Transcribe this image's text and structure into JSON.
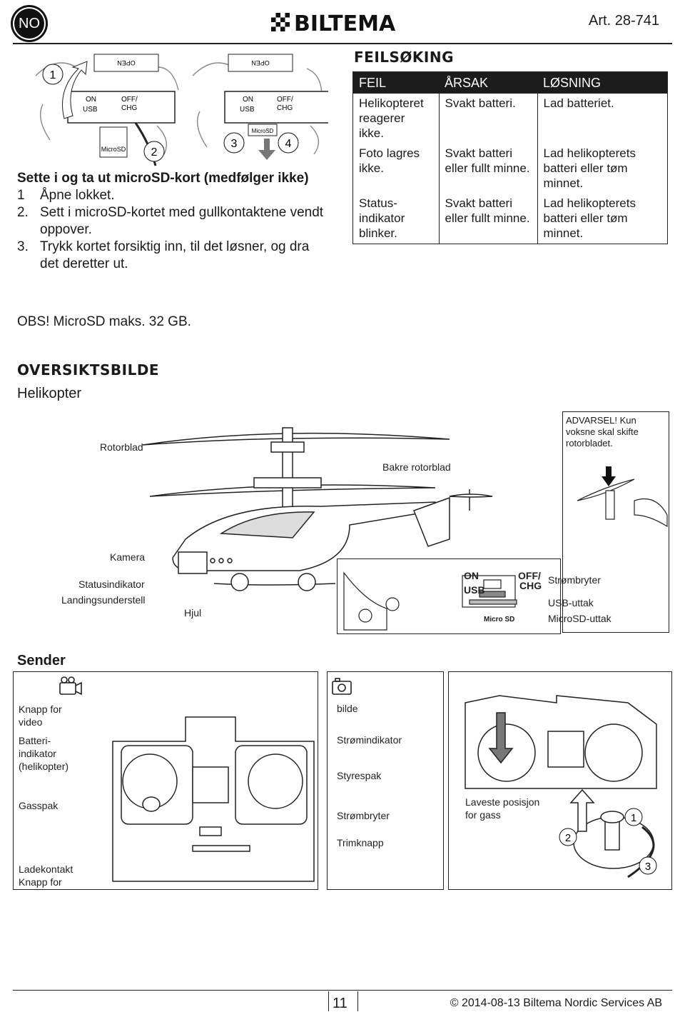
{
  "header": {
    "lang": "NO",
    "brand": "BILTEMA",
    "article": "Art. 28-741"
  },
  "microsd": {
    "open_label": "OPEN",
    "on_label": "ON",
    "usb_label": "USB",
    "off_label": "OFF/",
    "chg_label": "CHG",
    "card_label": "MicroSD",
    "step_numbers": [
      "1",
      "2",
      "3",
      "4"
    ],
    "heading": "Sette i og ta ut microSD-kort (medfølger ikke)",
    "steps": [
      {
        "num": "1",
        "text": "Åpne lokket."
      },
      {
        "num": "2.",
        "text": "Sett i microSD-kortet med gullkontaktene vendt oppover."
      },
      {
        "num": "3.",
        "text": "Trykk kortet forsiktig inn, til det løsner, og dra det deretter ut."
      }
    ],
    "note": "OBS! MicroSD maks. 32 GB."
  },
  "troubleshooting": {
    "title": "FEILSØKING",
    "columns": [
      "FEIL",
      "ÅRSAK",
      "LØSNING"
    ],
    "rows": [
      [
        "Helikopteret reagerer ikke.",
        "Svakt batteri.",
        "Lad batteriet."
      ],
      [
        "Foto lagres ikke.",
        "Svakt bat­teri eller fullt minne.",
        "Lad helikopterets batteri eller tøm minnet."
      ],
      [
        "Status­indikator blinker.",
        "Svakt bat­teri eller fullt minne.",
        "Lad helikopterets batteri eller tøm minnet."
      ]
    ]
  },
  "overview": {
    "title": "OVERSIKTSBILDE",
    "subtitle": "Helikopter",
    "labels": {
      "rotor": "Rotorblad",
      "tail_rotor": "Bakre rotorblad",
      "camera": "Kamera",
      "status": "Statusindikator",
      "landing": "Landingsunderstell",
      "wheel": "Hjul"
    },
    "warning": "ADVARSEL! Kun voksne skal skifte rotorbladet.",
    "switch_panel": {
      "on": "ON",
      "usb": "USB",
      "off": "OFF/",
      "chg": "CHG",
      "micro_sd": "Micro SD",
      "power_switch": "Strømbryter",
      "usb_port": "USB-uttak",
      "microsd_port": "MicroSD-uttak"
    }
  },
  "sender": {
    "title": "Sender",
    "left_labels": [
      "Knapp for video",
      "Batteri­indikator (helikopter)",
      "Gasspak",
      "Ladekontakt Knapp for"
    ],
    "right_labels": [
      "bilde",
      "Strømindikator",
      "Styrespak",
      "Strømbryter",
      "Trimknapp"
    ],
    "throttle_note": "Laveste posisjon for gass",
    "step_numbers": [
      "1",
      "2",
      "3"
    ]
  },
  "footer": {
    "page": "11",
    "copyright": "© 2014-08-13 Biltema Nordic Services AB"
  }
}
